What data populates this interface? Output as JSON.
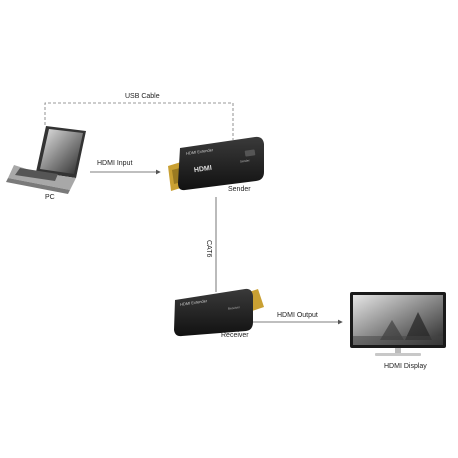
{
  "diagram": {
    "labels": {
      "usb_cable": "USB Cable",
      "hdmi_input": "HDMI Input",
      "pc": "PC",
      "sender": "Sender",
      "cat6": "CAT6",
      "receiver": "Receiver",
      "hdmi_output": "HDMI Output",
      "hdmi_display": "HDMI Display"
    },
    "device_text": {
      "sender_brand": "HDMI",
      "sender_tag": "HDMI Extender",
      "receiver_tag": "HDMI Extender",
      "receiver_role": "Receiver",
      "sender_role": "Sender"
    },
    "colors": {
      "device_body": "#1c1c1c",
      "connector": "#c9a033",
      "line": "#555555",
      "dashed": "#777777"
    }
  }
}
